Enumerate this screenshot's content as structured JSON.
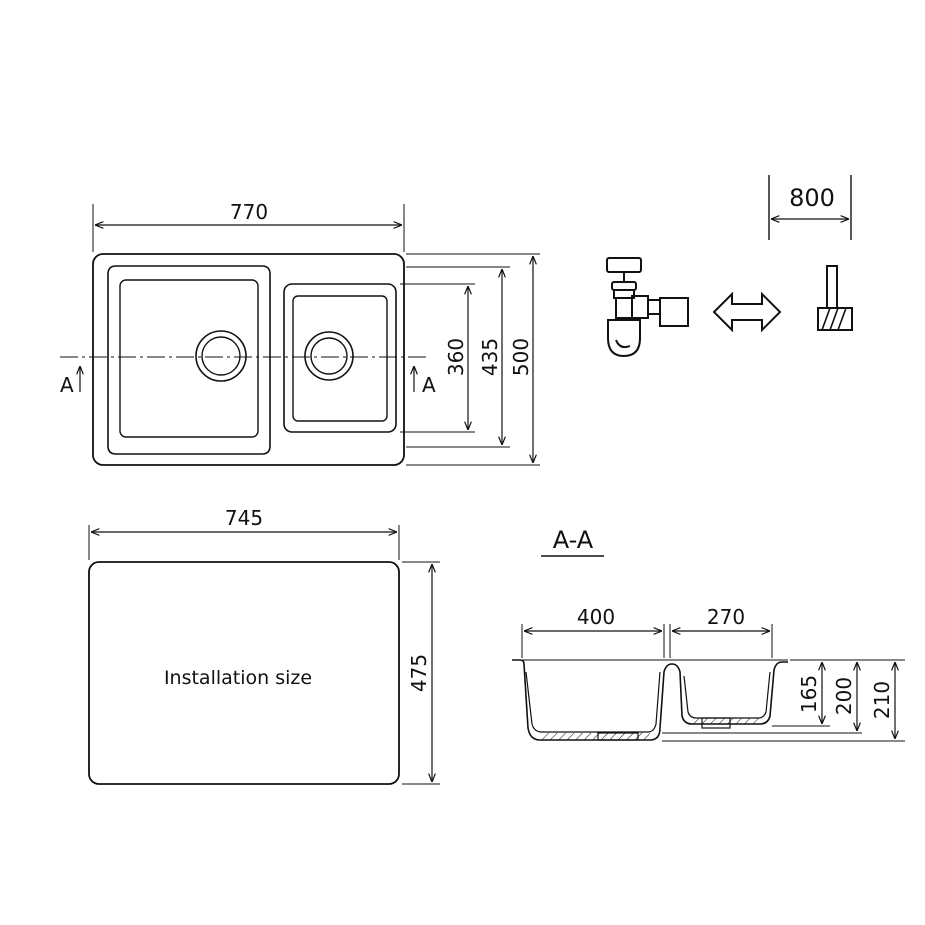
{
  "top_view": {
    "width": "770",
    "bowl_depth": "360",
    "inner_depth": "435",
    "total_depth": "500",
    "section_mark_left": "A",
    "section_mark_right": "A"
  },
  "cabinet": {
    "min_width": "800"
  },
  "installation": {
    "width": "745",
    "depth": "475",
    "label": "Installation size"
  },
  "section": {
    "title": "A-A",
    "left_bowl_width": "400",
    "right_bowl_width": "270",
    "small_bowl_depth": "165",
    "large_bowl_depth": "200",
    "total_height": "210"
  },
  "icons": [
    "siphon-icon",
    "double-arrow-icon",
    "cabinet-wall-icon"
  ]
}
